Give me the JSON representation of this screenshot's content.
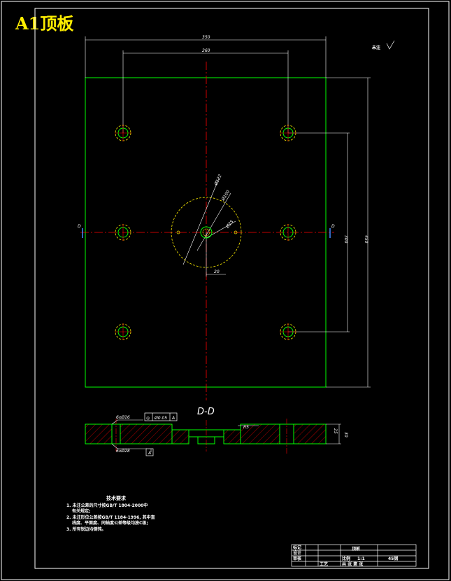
{
  "title": "A1顶板",
  "finish_note": "未注",
  "section_label": "D-D",
  "section_marks": {
    "left": "D",
    "right": "D"
  },
  "dimensions": {
    "overall_width": "350",
    "hole_pitch_x": "260",
    "hole_pitch_y": "300",
    "overall_height": "450",
    "center_dia": "Ø25",
    "ring_dia": "Ø100",
    "locating_dia": "Ø122",
    "step_depth": "R5",
    "center_offset": "20",
    "section_thickness": "30",
    "section_step": "25"
  },
  "tolerance_frame": {
    "symbol": "◎",
    "value": "Ø0.05",
    "datum": "A"
  },
  "datum_box": "A",
  "hole_callout_top": "6xØ16",
  "hole_callout_bottom": "6xØ28",
  "tech_requirements": {
    "heading": "技术要求",
    "items": [
      "1. 未注公差的尺寸按GB/T 1804-2000中",
      "有关规定;",
      "2. 未注形位公差按GB/T 1184-1996, 其中直",
      "线度、平面度、同轴度公差等级均按C级;",
      "3. 所有锐边均倒钝。"
    ]
  },
  "title_block": {
    "cell1": "标记",
    "cell2": "设计",
    "cell3": "审核",
    "cell4": "工艺",
    "part": "顶板",
    "scale_label": "比例",
    "scale": "1:1",
    "sheet": "共 张 第 张",
    "material": "45钢"
  },
  "colors": {
    "outline": "#00ff00",
    "centerline": "#ff0000",
    "dimension": "#ffffff",
    "hidden_circle": "#ffee00",
    "hatch": "#ff0000",
    "border": "#ffffff",
    "title": "#ffee00"
  }
}
